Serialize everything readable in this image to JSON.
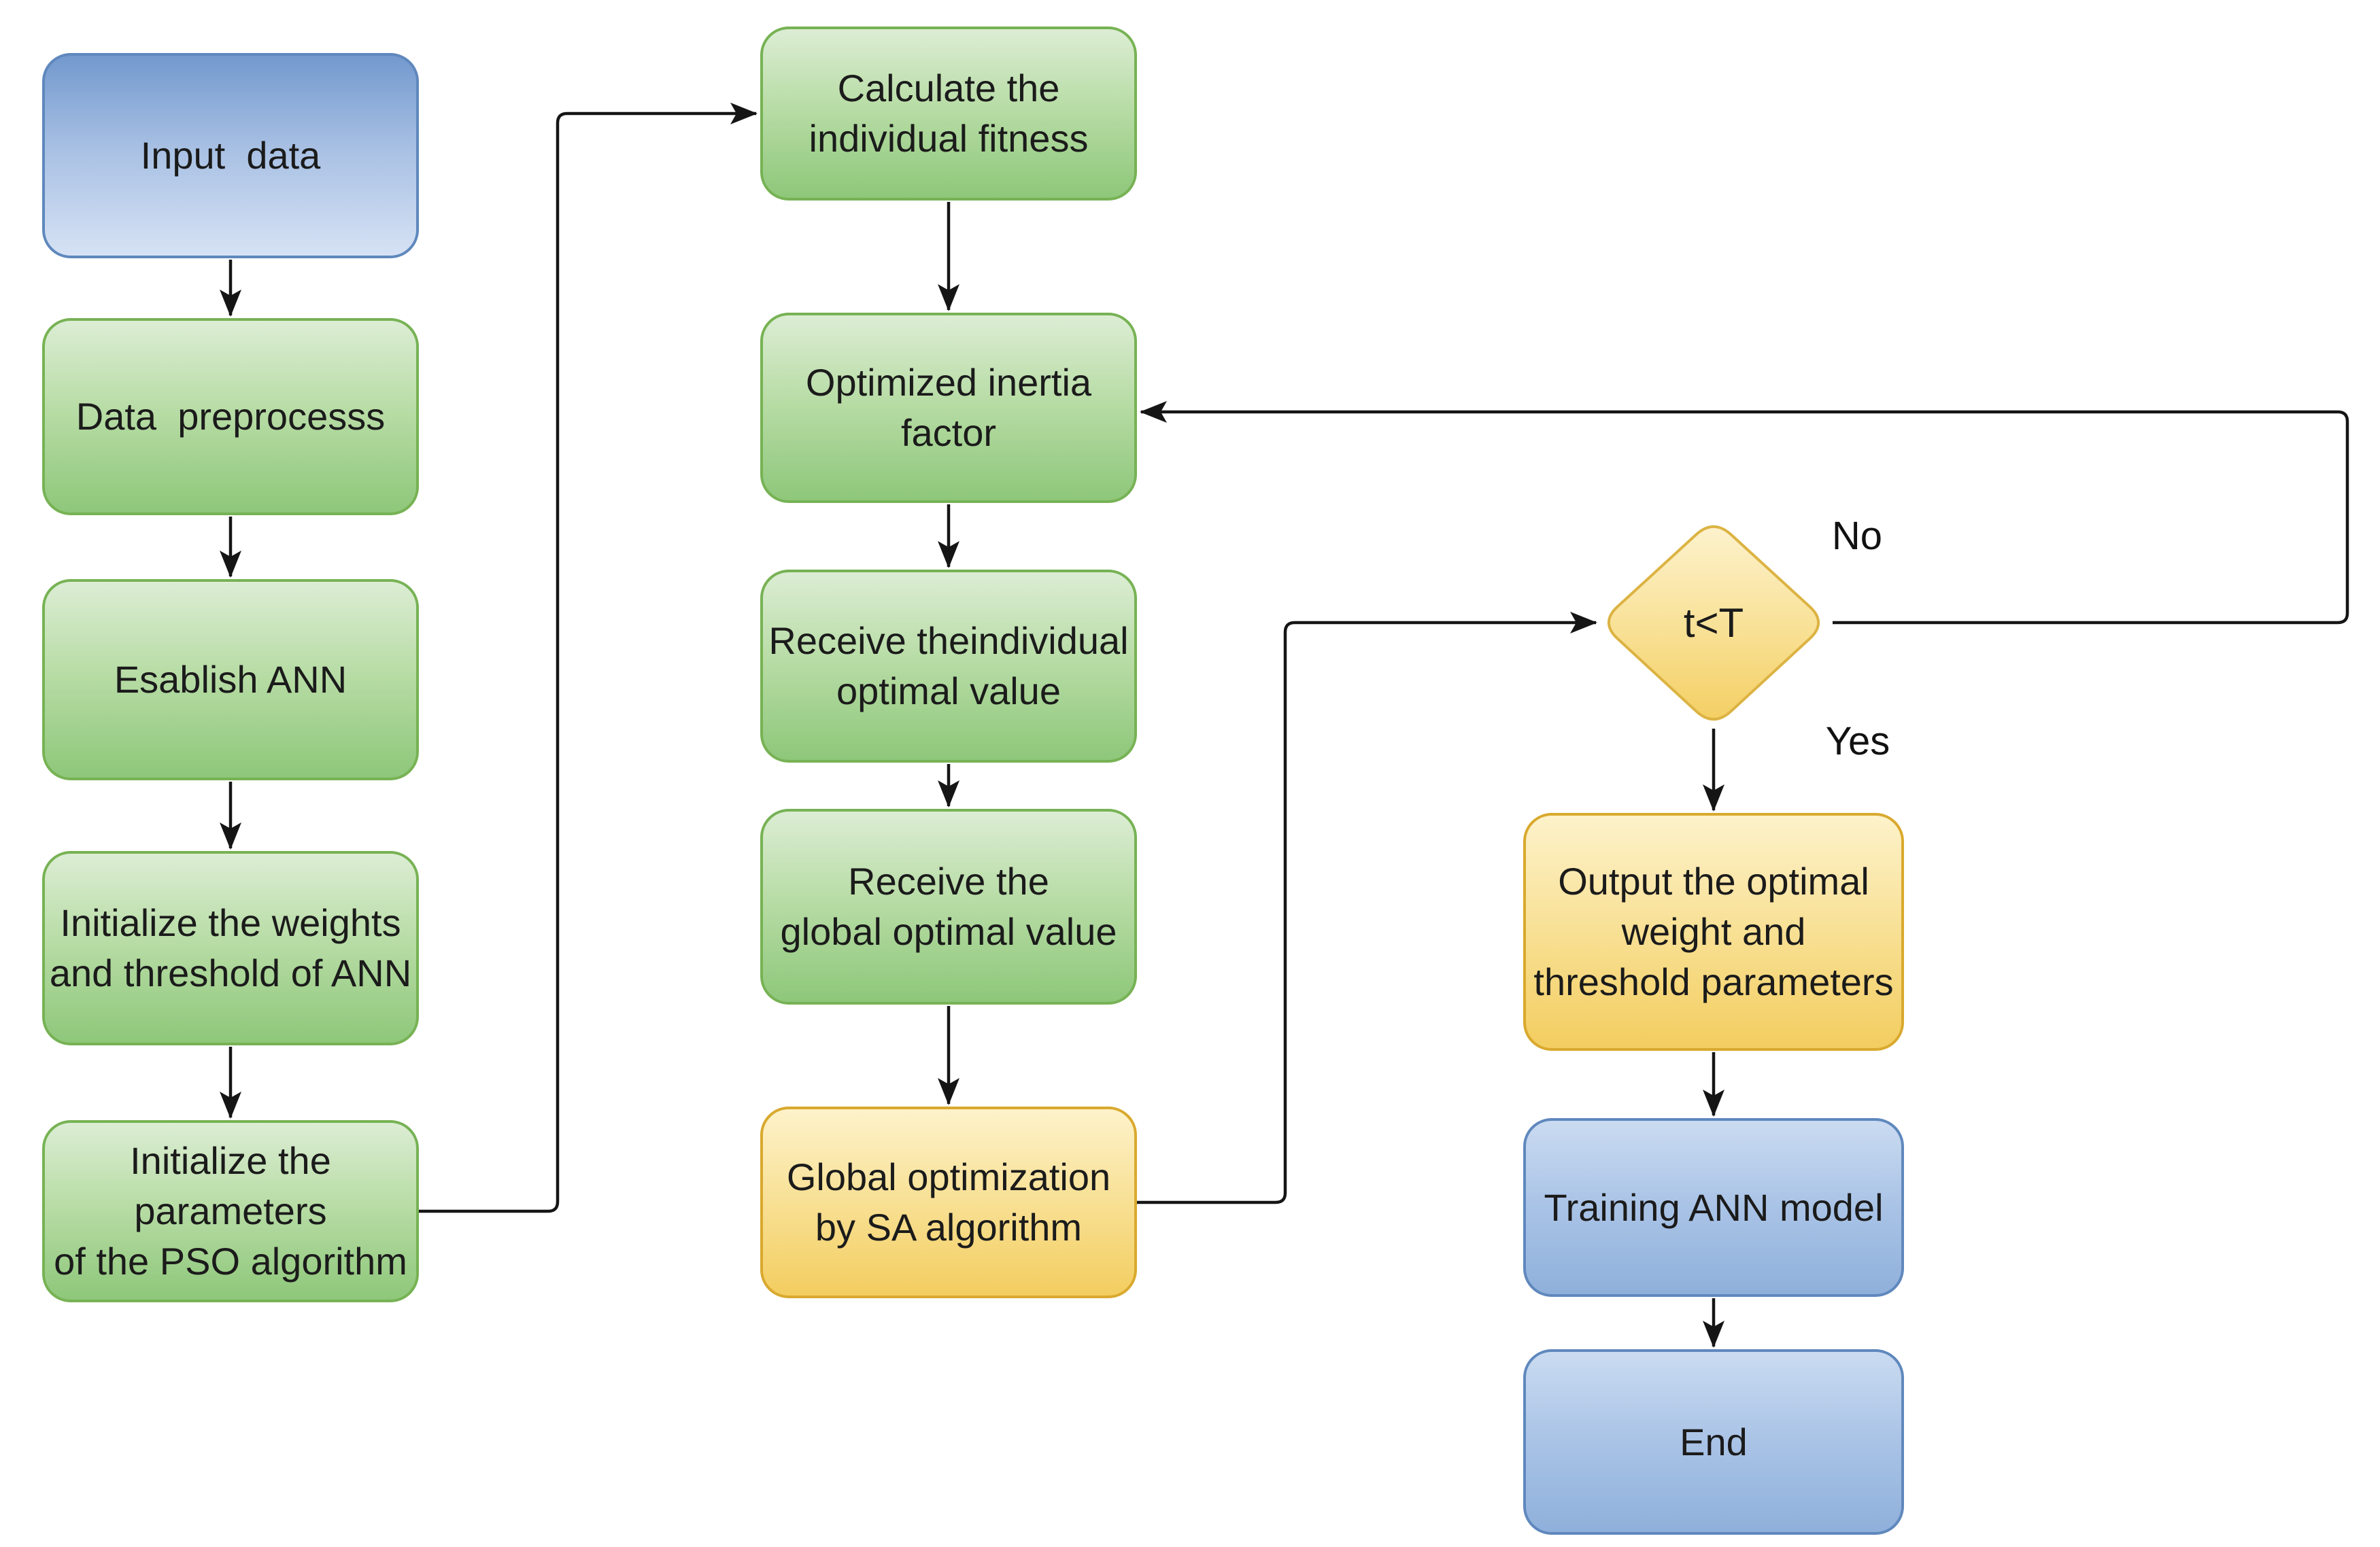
{
  "diagram": {
    "type": "flowchart",
    "nodes": [
      {
        "id": "input-data",
        "shape": "rounded-rect",
        "fill": "blue-start",
        "label": "Input  data"
      },
      {
        "id": "data-preprocess",
        "shape": "rounded-rect",
        "fill": "green",
        "label": "Data  preprocesss"
      },
      {
        "id": "establish-ann",
        "shape": "rounded-rect",
        "fill": "green",
        "label": "Esablish ANN"
      },
      {
        "id": "init-weights",
        "shape": "rounded-rect",
        "fill": "green",
        "label": "Initialize the weights\nand threshold of ANN"
      },
      {
        "id": "init-pso-params",
        "shape": "rounded-rect",
        "fill": "green",
        "label": "Initialize the\nparameters\nof the PSO algorithm"
      },
      {
        "id": "calc-fitness",
        "shape": "rounded-rect",
        "fill": "green",
        "label": "Calculate the\nindividual fitness"
      },
      {
        "id": "optimized-inertia",
        "shape": "rounded-rect",
        "fill": "green",
        "label": "Optimized inertia\nfactor"
      },
      {
        "id": "receive-individual",
        "shape": "rounded-rect",
        "fill": "green",
        "label": "Receive theindividual\noptimal value"
      },
      {
        "id": "receive-global",
        "shape": "rounded-rect",
        "fill": "green",
        "label": "Receive the\nglobal optimal value"
      },
      {
        "id": "global-sa",
        "shape": "rounded-rect",
        "fill": "yellow",
        "label": "Global optimization\nby SA algorithm"
      },
      {
        "id": "decision-t-lt-T",
        "shape": "diamond",
        "fill": "yellow",
        "label": "t<T"
      },
      {
        "id": "output-params",
        "shape": "rounded-rect",
        "fill": "yellow",
        "label": "Output the optimal\nweight and\nthreshold parameters"
      },
      {
        "id": "training-ann-model",
        "shape": "rounded-rect",
        "fill": "blue-end",
        "label": "Training ANN model"
      },
      {
        "id": "end",
        "shape": "rounded-rect",
        "fill": "blue-end",
        "label": "End"
      }
    ],
    "edges": [
      {
        "from": "input-data",
        "to": "data-preprocess",
        "label": ""
      },
      {
        "from": "data-preprocess",
        "to": "establish-ann",
        "label": ""
      },
      {
        "from": "establish-ann",
        "to": "init-weights",
        "label": ""
      },
      {
        "from": "init-weights",
        "to": "init-pso-params",
        "label": ""
      },
      {
        "from": "init-pso-params",
        "to": "calc-fitness",
        "label": ""
      },
      {
        "from": "calc-fitness",
        "to": "optimized-inertia",
        "label": ""
      },
      {
        "from": "optimized-inertia",
        "to": "receive-individual",
        "label": ""
      },
      {
        "from": "receive-individual",
        "to": "receive-global",
        "label": ""
      },
      {
        "from": "receive-global",
        "to": "global-sa",
        "label": ""
      },
      {
        "from": "global-sa",
        "to": "decision-t-lt-T",
        "label": ""
      },
      {
        "from": "decision-t-lt-T",
        "to": "optimized-inertia",
        "label": "No"
      },
      {
        "from": "decision-t-lt-T",
        "to": "output-params",
        "label": "Yes"
      },
      {
        "from": "output-params",
        "to": "training-ann-model",
        "label": ""
      },
      {
        "from": "training-ann-model",
        "to": "end",
        "label": ""
      }
    ],
    "colors": {
      "process_green_fill": "#8ec77a",
      "process_green_border": "#77b254",
      "start_blue_fill": "#7399ce",
      "end_blue_fill": "#8fb0db",
      "blue_border": "#5f88bd",
      "accent_yellow_fill": "#f3cd60",
      "yellow_border": "#d9a92e",
      "connector": "#151515",
      "text": "#1b1b1b"
    }
  }
}
